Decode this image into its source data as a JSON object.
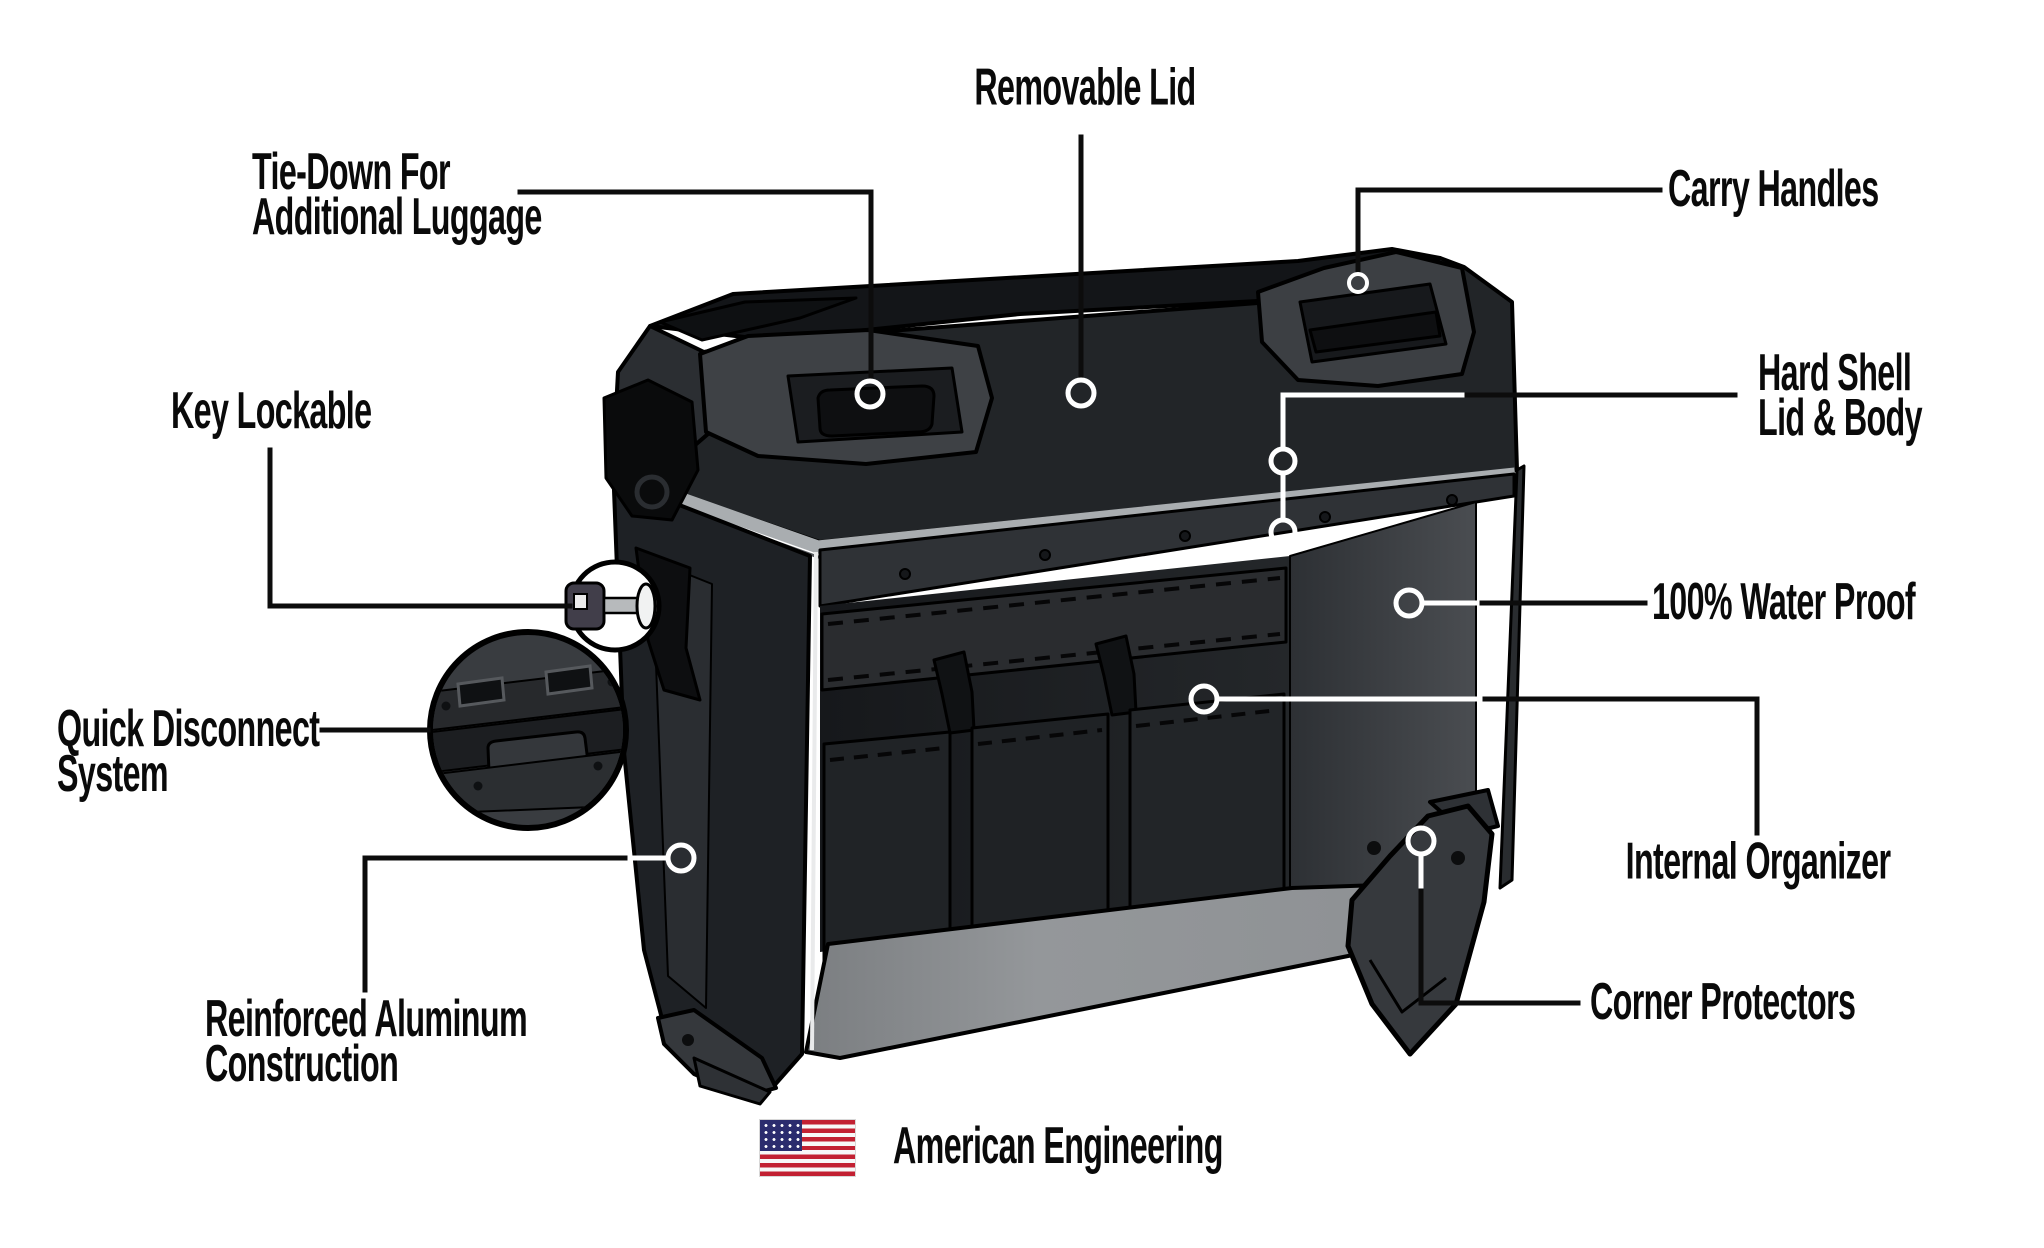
{
  "diagram": {
    "subject": "aluminum-motorcycle-pannier-cutaway",
    "callouts": {
      "removable_lid": {
        "label": "Removable Lid"
      },
      "tie_down": {
        "line1": "Tie-Down For",
        "line2": "Additional Luggage"
      },
      "carry_handles": {
        "label": "Carry Handles"
      },
      "hard_shell": {
        "line1": "Hard Shell",
        "line2": "Lid & Body"
      },
      "water_proof": {
        "label": "100% Water Proof"
      },
      "internal_organizer": {
        "label": "Internal Organizer"
      },
      "corner_protectors": {
        "label": "Corner Protectors"
      },
      "key_lockable": {
        "label": "Key Lockable"
      },
      "quick_disconnect": {
        "line1": "Quick Disconnect",
        "line2": "System"
      },
      "reinforced_aluminum": {
        "line1": "Reinforced Aluminum",
        "line2": "Construction"
      }
    },
    "footer": {
      "label": "American Engineering",
      "flag_icon": "us-flag"
    },
    "colors": {
      "background": "#ffffff",
      "text": "#0a0a0a",
      "connector_black": "#0c0c0c",
      "connector_white": "#ffffff",
      "lid_top": "#131518",
      "lid_front": "#222528",
      "pod": "#3e4145",
      "trim_stripe": "#a9adb0",
      "body": "#1e2125",
      "pocket": "#212326",
      "floor": "#94979a",
      "foot": "#36393d",
      "flag_red": "#c22032",
      "flag_blue": "#2b2c6e"
    }
  }
}
